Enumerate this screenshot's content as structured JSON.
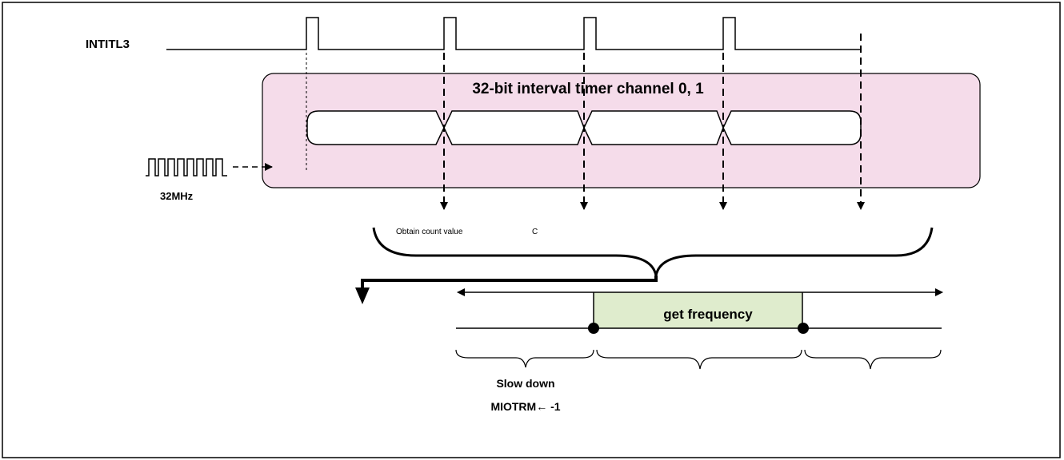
{
  "signal_label": "INTITL3",
  "timer_label": "32-bit interval timer channel 0, 1",
  "clock_label": "32MHz",
  "obtain_label": "Obtain count value",
  "obtain_label_fragment": "C",
  "frequency_label": "get frequency",
  "slow_down_line1": "Slow down",
  "slow_down_line2": "MIOTRM← -1",
  "colors": {
    "timer_box_fill": "#f5dcea",
    "frequency_box_fill": "#dfeccd",
    "stroke": "#000000"
  }
}
